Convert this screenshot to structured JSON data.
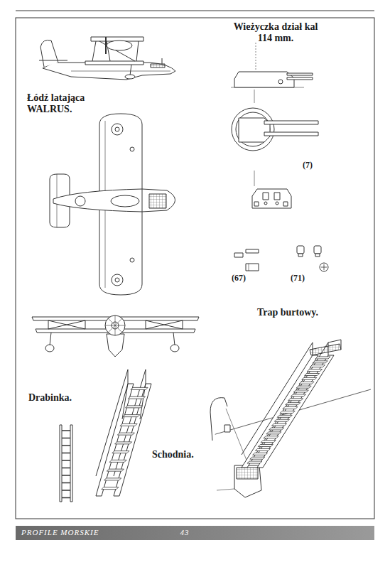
{
  "diagram": {
    "labels": [
      "Wieżyczka dział kal 114 mm.",
      "Łódź latająca WALRUS.",
      "(7)",
      "(67)",
      "(71)",
      "Trap burtowy.",
      "Drabinka.",
      "Schodnia.",
      "PROFILE MORSKIE",
      "43"
    ]
  }
}
